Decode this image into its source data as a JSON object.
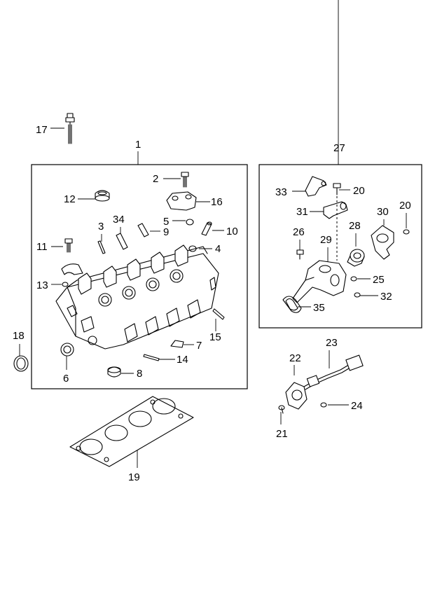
{
  "labels": {
    "p1": "1",
    "p2": "2",
    "p3": "3",
    "p4": "4",
    "p5": "5",
    "p6": "6",
    "p7": "7",
    "p8": "8",
    "p9": "9",
    "p10": "10",
    "p11": "11",
    "p12": "12",
    "p13": "13",
    "p14": "14",
    "p15": "15",
    "p16": "16",
    "p17": "17",
    "p18": "18",
    "p19": "19",
    "p20a": "20",
    "p20b": "20",
    "p21": "21",
    "p22": "22",
    "p23": "23",
    "p24": "24",
    "p25": "25",
    "p26": "26",
    "p27": "27",
    "p28": "28",
    "p29": "29",
    "p30": "30",
    "p31": "31",
    "p32": "32",
    "p33": "33",
    "p34": "34",
    "p35": "35"
  },
  "colors": {
    "line": "#000000",
    "background": "#ffffff"
  }
}
